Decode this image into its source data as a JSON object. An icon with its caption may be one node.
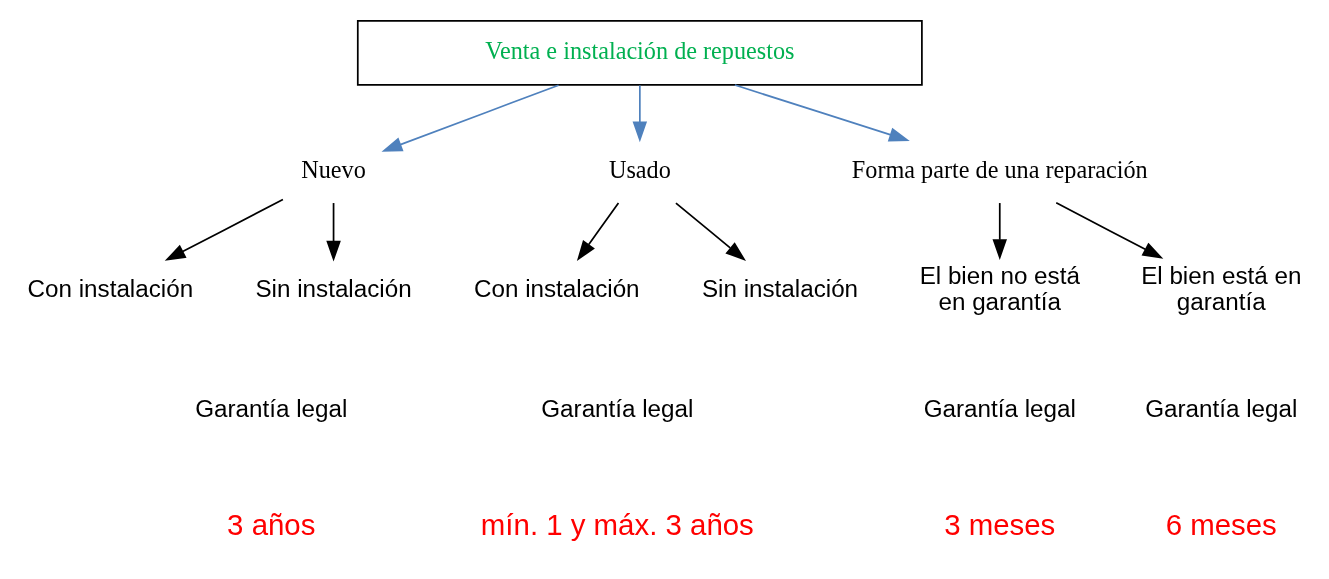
{
  "diagram": {
    "nodes": [
      {
        "text": [
          "Venta e instalación de repuestos"
        ]
      },
      {
        "text": [
          "Nuevo"
        ]
      },
      {
        "text": [
          "Usado"
        ]
      },
      {
        "text": [
          "Forma parte de una reparación"
        ]
      },
      {
        "text": [
          "Con instalación"
        ]
      },
      {
        "text": [
          "Sin instalación"
        ]
      },
      {
        "text": [
          "Con instalación"
        ]
      },
      {
        "text": [
          "Sin instalación"
        ]
      },
      {
        "text": [
          "El bien no está en garantía"
        ]
      },
      {
        "text": [
          "El bien está en garantía"
        ]
      }
    ],
    "edges": [
      {
        "from": 0,
        "to": 1,
        "arrow": "to",
        "color": "#4f81bd"
      },
      {
        "from": 0,
        "to": 2,
        "arrow": "to",
        "color": "#4f81bd"
      },
      {
        "from": 0,
        "to": 3,
        "arrow": "to",
        "color": "#4f81bd"
      },
      {
        "from": 1,
        "to": 4,
        "arrow": "to"
      },
      {
        "from": 1,
        "to": 5,
        "arrow": "to"
      },
      {
        "from": 2,
        "to": 6,
        "arrow": "to"
      },
      {
        "from": 2,
        "to": 7,
        "arrow": "to"
      },
      {
        "from": 3,
        "to": 8,
        "arrow": "to"
      },
      {
        "from": 3,
        "to": 9,
        "arrow": "to"
      }
    ],
    "labels": [
      "Garantía legal",
      "3 años",
      "Garantía legal",
      "mín. 1 y máx. 3 años",
      "Garantía legal",
      "3 meses",
      "Garantía legal",
      "6 meses"
    ]
  }
}
